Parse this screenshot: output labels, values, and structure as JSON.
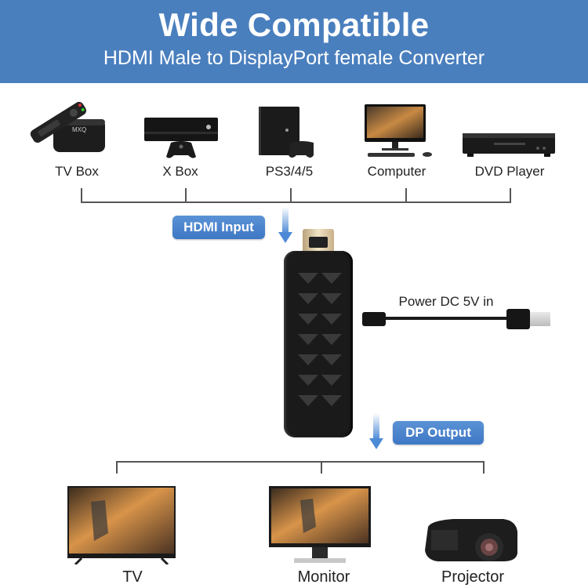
{
  "banner": {
    "title": "Wide Compatible",
    "subtitle": "HDMI Male to DisplayPort female Converter",
    "background_color": "#4a7fbe"
  },
  "sources": [
    {
      "label": "TV Box",
      "icon": "tv-box-icon"
    },
    {
      "label": "X Box",
      "icon": "xbox-console-icon"
    },
    {
      "label": "PS3/4/5",
      "icon": "playstation-console-icon"
    },
    {
      "label": "Computer",
      "icon": "desktop-computer-icon"
    },
    {
      "label": "DVD Player",
      "icon": "dvd-player-icon"
    }
  ],
  "input_badge": {
    "label": "HDMI Input"
  },
  "power": {
    "label": "Power DC 5V in",
    "icon": "usb-cable-icon"
  },
  "output_badge": {
    "label": "DP Output"
  },
  "displays": [
    {
      "label": "TV",
      "icon": "tv-icon"
    },
    {
      "label": "Monitor",
      "icon": "monitor-icon"
    },
    {
      "label": "Projector",
      "icon": "projector-icon"
    }
  ],
  "colors": {
    "accent": "#4a7fbe",
    "badge": "#4d8ad6",
    "line": "#555555"
  }
}
